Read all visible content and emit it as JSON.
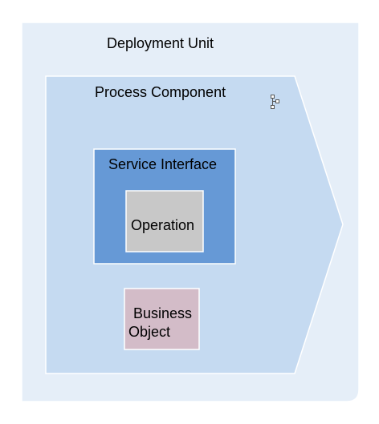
{
  "diagram": {
    "deployment_unit": {
      "label": "Deployment Unit"
    },
    "process_component": {
      "label": "Process Component",
      "icon": "hierarchy-icon"
    },
    "service_interface": {
      "label": "Service Interface"
    },
    "operation": {
      "label": "Operation"
    },
    "business_object": {
      "label_line1": "Business",
      "label_line2": "Object"
    }
  },
  "colors": {
    "deployment_unit_fill": "#E5EEF8",
    "process_component_fill": "#C5DAF1",
    "service_interface_fill": "#6699D6",
    "operation_fill": "#C8C8C8",
    "business_object_fill": "#D3BCC8",
    "border": "#FFFFFF"
  }
}
